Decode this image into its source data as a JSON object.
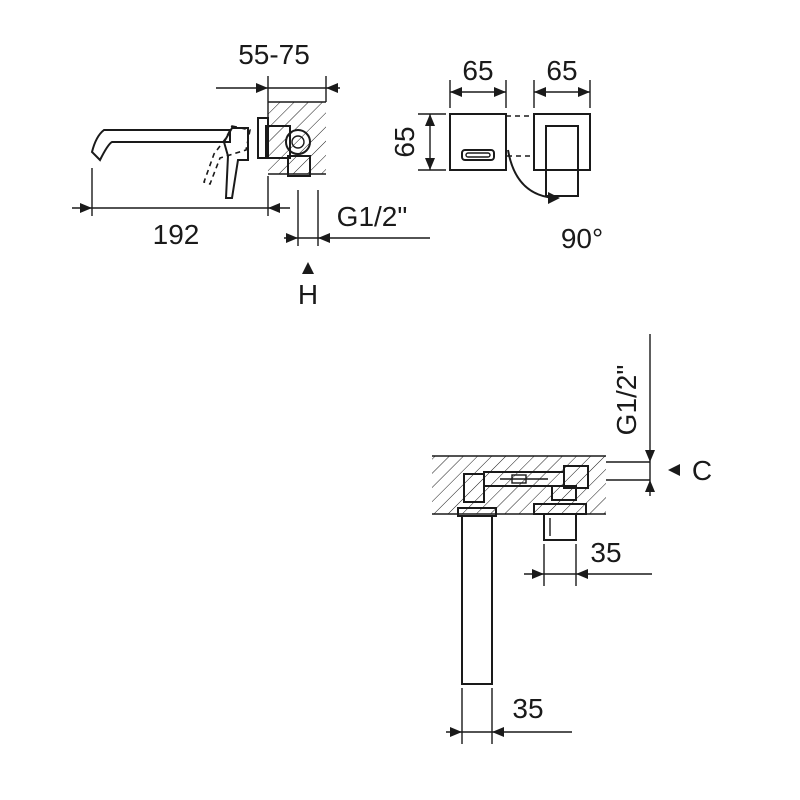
{
  "dimensions": {
    "wall_depth": "55-75",
    "spout_length": "192",
    "pipe_thread_top": "G1/2\"",
    "height_marker": "H",
    "width_a": "65",
    "width_b": "65",
    "height": "65",
    "rotation": "90°",
    "pipe_thread_side": "G1/2\"",
    "centre_marker": "C",
    "offset_mixer": "35",
    "offset_spout": "35"
  },
  "colors": {
    "line": "#1a1a1a",
    "background": "#ffffff"
  }
}
